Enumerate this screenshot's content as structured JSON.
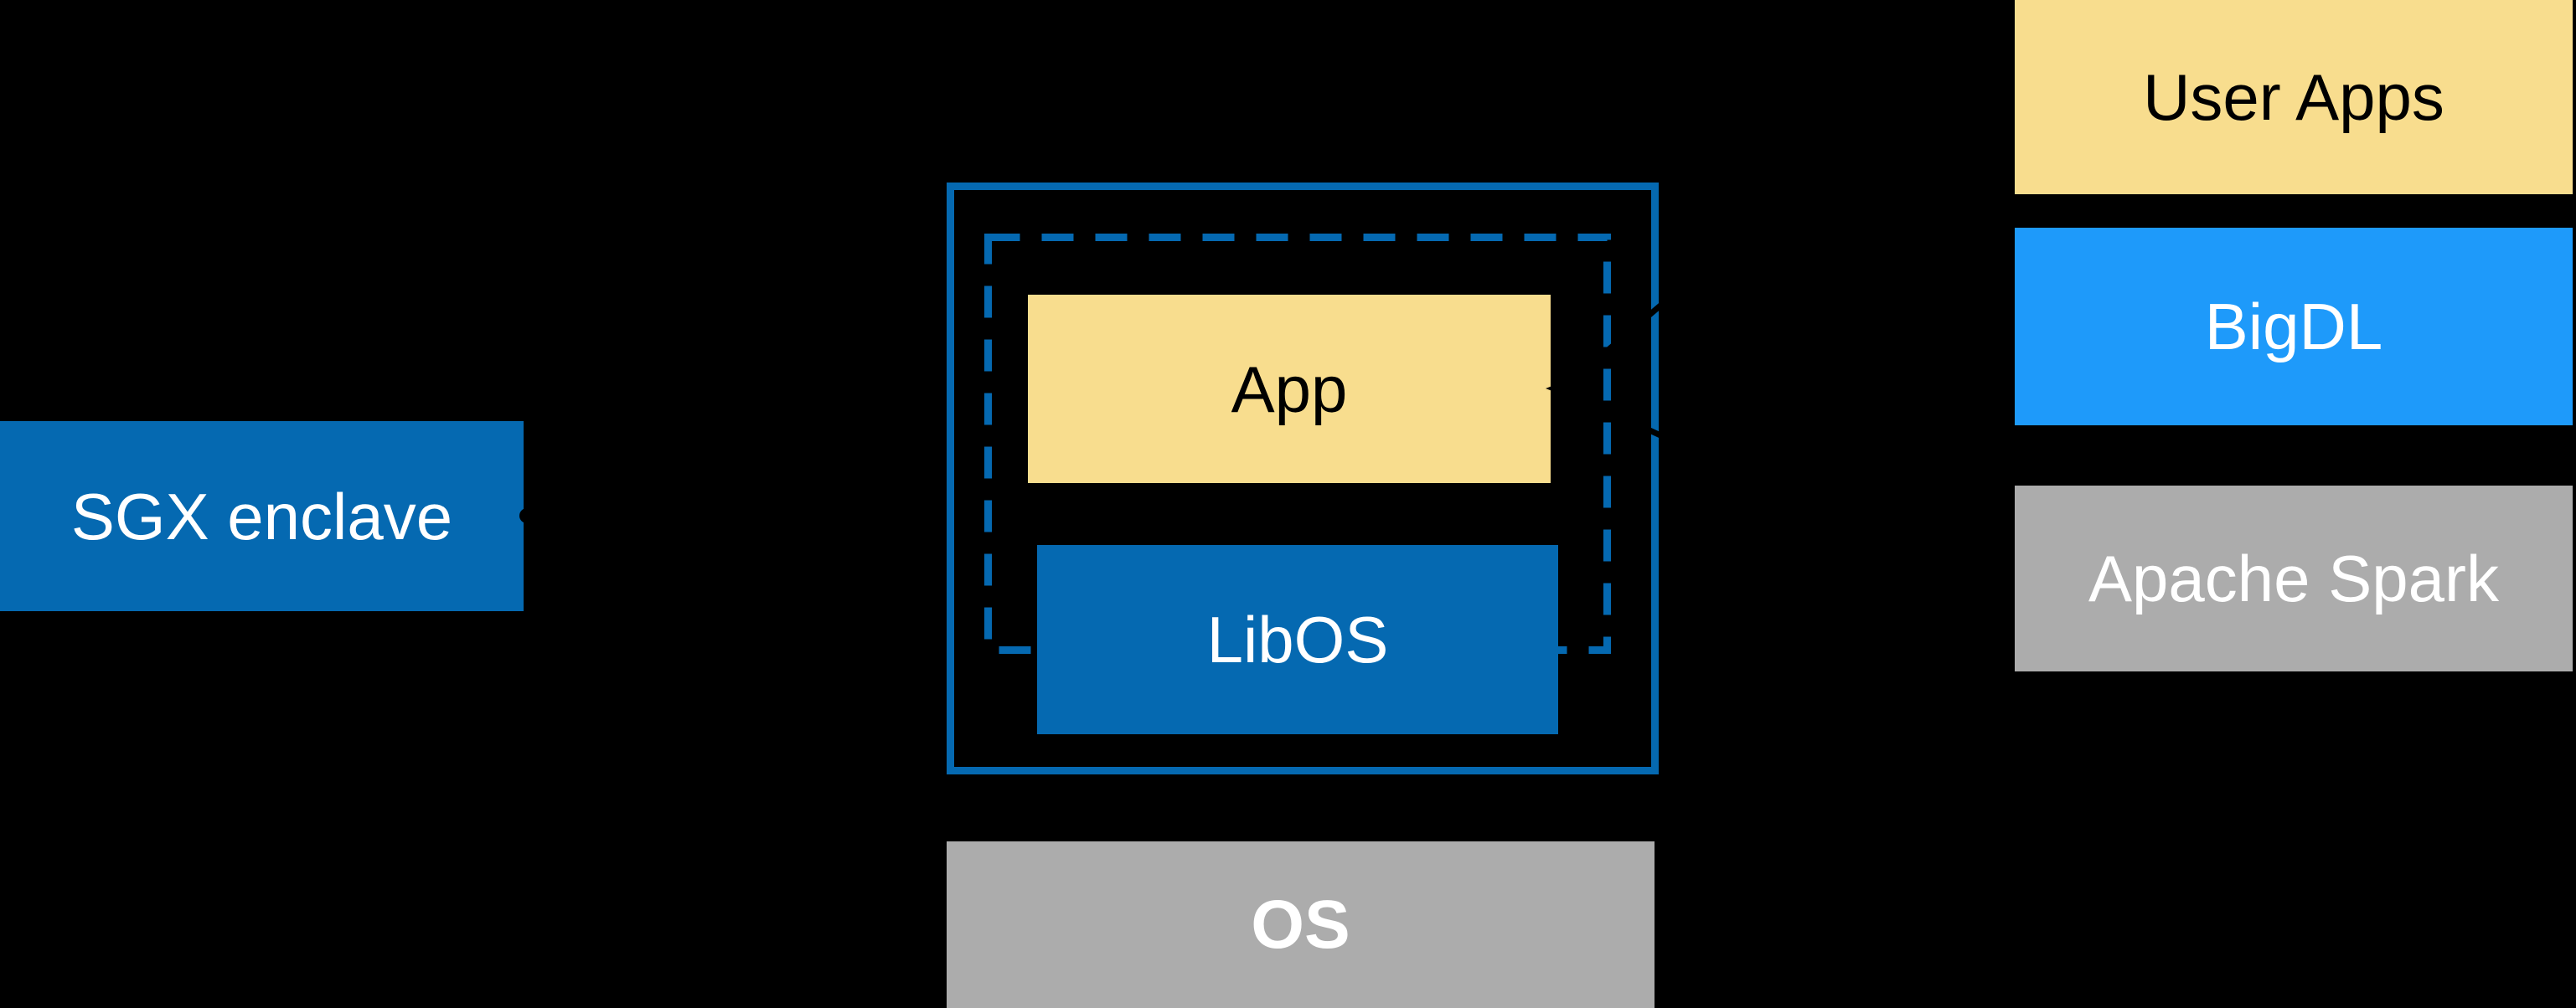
{
  "diagram": {
    "sgx": {
      "label": "SGX enclave"
    },
    "host": {
      "app_label": "App",
      "libos_label": "LibOS",
      "os_label": "OS"
    },
    "stack": {
      "items": [
        {
          "label": "User Apps"
        },
        {
          "label": "BigDL"
        },
        {
          "label": "Apache Spark"
        }
      ]
    }
  },
  "colors": {
    "background": "#000000",
    "intel_blue": "#0569B1",
    "bigdl_blue": "#1E9AFA",
    "yellow": "#F8DD8E",
    "gray": "#ACACAC",
    "text_white": "#FFFFFF",
    "text_black": "#000000",
    "connector_black": "#000000"
  }
}
